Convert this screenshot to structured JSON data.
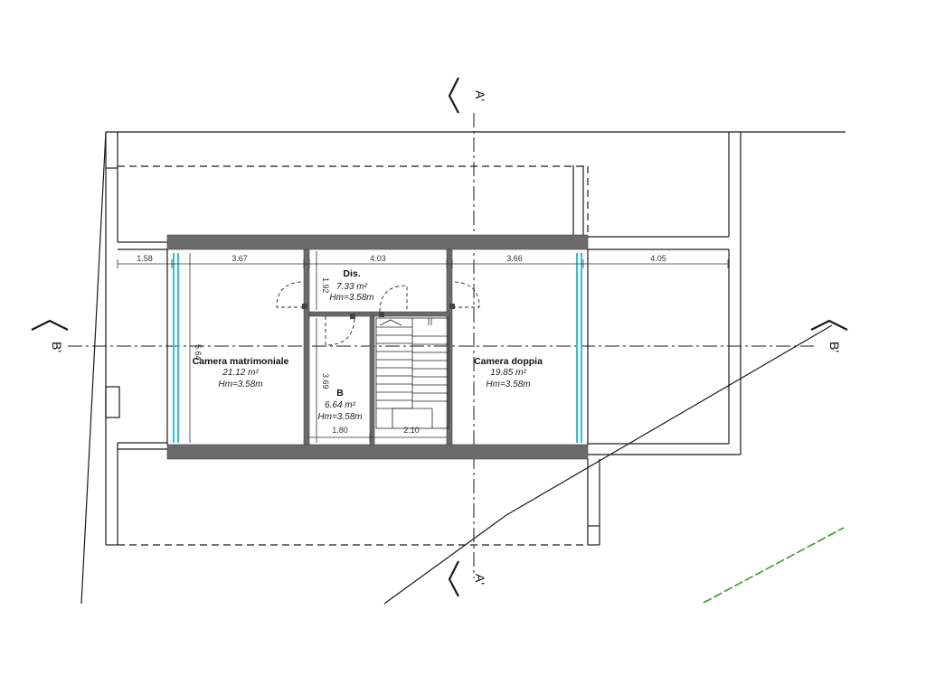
{
  "section_marks": {
    "a_top": "A'",
    "a_bottom": "A'",
    "b_left": "B'",
    "b_right": "B'"
  },
  "rooms": {
    "camera_matrimoniale": {
      "name": "Camera matrimoniale",
      "area": "21.12 m²",
      "height": "Hm=3.58m"
    },
    "disimpegno": {
      "name": "Dis.",
      "area": "7.33 m²",
      "height": "Hm=3.58m"
    },
    "bagno": {
      "name": "B",
      "area": "6.64 m²",
      "height": "Hm=3.58m"
    },
    "camera_doppia": {
      "name": "Camera doppia",
      "area": "19.85 m²",
      "height": "Hm=3.58m"
    }
  },
  "dimensions": {
    "top_1": "1.58",
    "top_2": "3.67",
    "top_3": "4.03",
    "top_4": "3.66",
    "top_5": "4.05",
    "vertical_left": "5.64",
    "vertical_dis": "1.92",
    "vertical_bagno": "3.69",
    "bottom_bagno": "1.80",
    "bottom_stair": "2.10"
  },
  "colors": {
    "wall": "#6b6b6b",
    "window": "#29c4d6",
    "green_line": "#3a9a2a"
  }
}
